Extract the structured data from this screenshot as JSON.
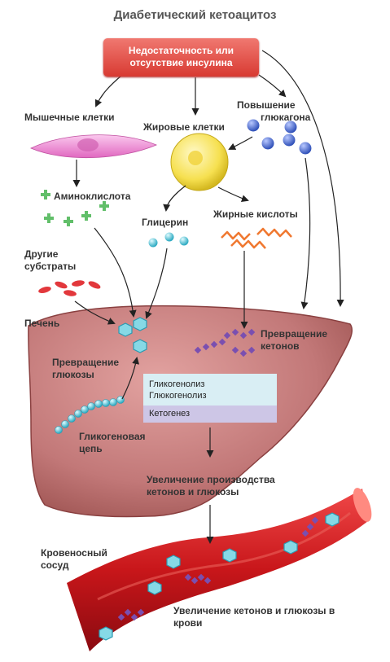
{
  "title": "Диабетический кетоацитоз",
  "deficit": [
    "Недостаточность или",
    "отсутствие инсулина"
  ],
  "labels": {
    "muscle": "Мышечные клетки",
    "fat": "Жировые клетки",
    "glucagon": [
      "Повышение",
      "глюкагона"
    ],
    "amino": "Аминоклислота",
    "glycerol": "Глицерин",
    "fatty_acids": "Жирные кислоты",
    "other_substrates": [
      "Другие",
      "субстраты"
    ],
    "liver": "Печень",
    "ketone_conversion": [
      "Превращение",
      "кетонов"
    ],
    "glucose_conversion": [
      "Превращение",
      "глюкозы"
    ],
    "glycogen_chain": [
      "Гликогеновая",
      "цепь"
    ],
    "production_increase": [
      "Увеличение производства",
      "кетонов и глюкозы"
    ],
    "vessel": [
      "Кровеносный",
      "сосуд"
    ],
    "blood_increase": [
      "Увеличение кетонов и глюкозы в",
      "крови"
    ]
  },
  "process_box": {
    "items": [
      "Гликогенолиз",
      "Глюкогенолиз"
    ],
    "ketogenesis": "Кетогенез"
  },
  "colors": {
    "deficit": "#d83a32",
    "liver": "#c07070",
    "vessel": "#c8161a",
    "glucose": "#7dd3e0",
    "ketone": "#7a4fb0",
    "glucagon": "#3f60c8",
    "fat_cell": "#f5df4a",
    "muscle_cell": "#ee80cc",
    "amino": "#6cc070",
    "fatty_acid": "#f07830",
    "other_substrate": "#e04040"
  }
}
